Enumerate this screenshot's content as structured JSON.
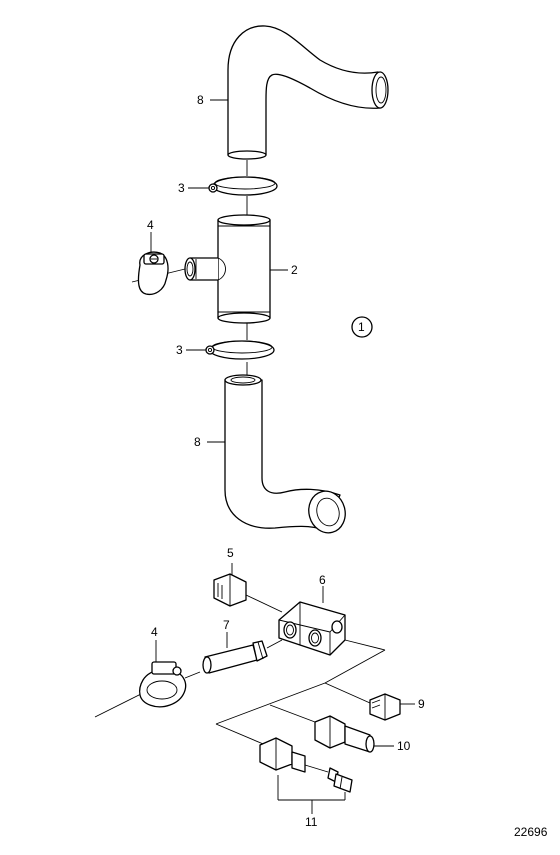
{
  "callouts": {
    "p1": "1",
    "p2": "2",
    "p3_upper": "3",
    "p3_lower": "3",
    "p4_upper": "4",
    "p4_lower": "4",
    "p5": "5",
    "p6": "6",
    "p7": "7",
    "p8_upper": "8",
    "p8_lower": "8",
    "p9": "9",
    "p10": "10",
    "p11": "11"
  },
  "figure_number": "22696",
  "colors": {
    "line": "#000000",
    "background": "#ffffff"
  }
}
